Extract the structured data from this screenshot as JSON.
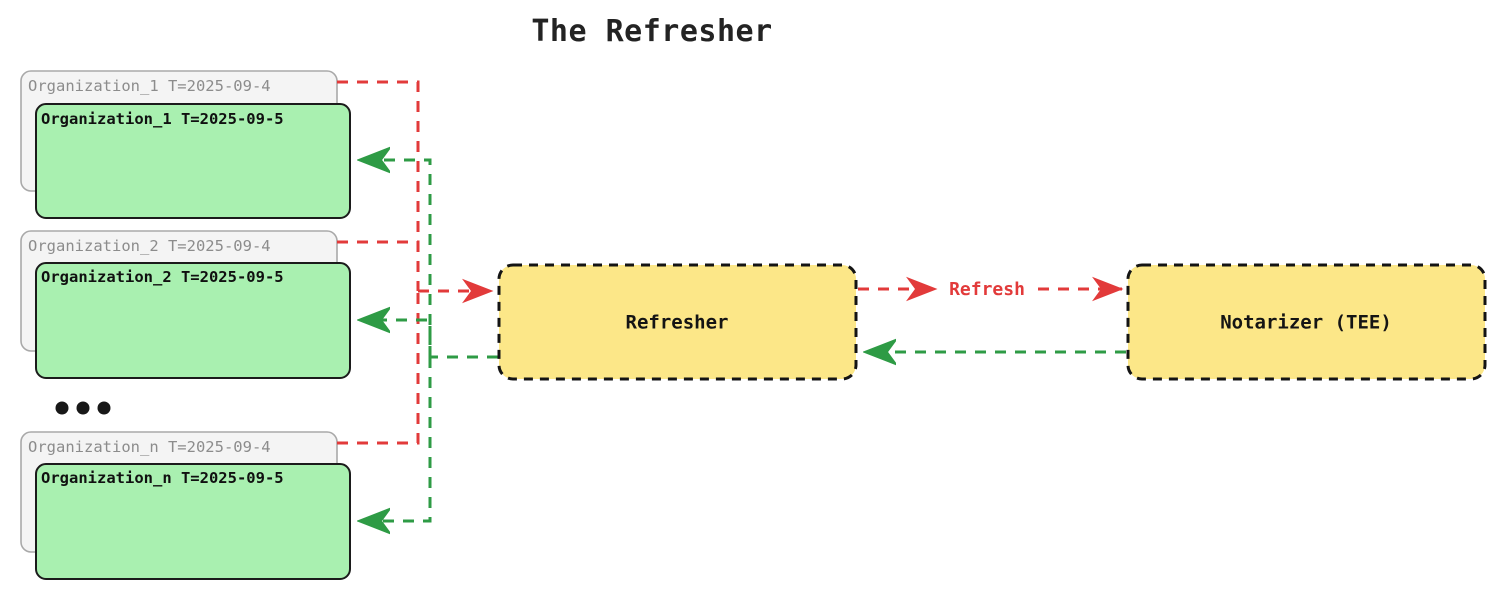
{
  "title": "The Refresher",
  "colors": {
    "stale_card_fill": "#f4f4f4",
    "stale_card_stroke": "#a9a9a9",
    "stale_card_text": "#8c8c8c",
    "fresh_card_fill": "#a9f0b0",
    "fresh_card_stroke": "#1b1b1b",
    "process_fill": "#fce788",
    "process_stroke": "#141414",
    "refresh_request_flow": "#e23a3a",
    "refresh_response_flow": "#2e9b45",
    "ellipsis": "#181818"
  },
  "organizations": [
    {
      "id": "organization-1",
      "stale_label": "Organization_1 T=2025-09-4",
      "fresh_label": "Organization_1 T=2025-09-5"
    },
    {
      "id": "organization-2",
      "stale_label": "Organization_2 T=2025-09-4",
      "fresh_label": "Organization_2 T=2025-09-5"
    },
    {
      "id": "organization-n",
      "stale_label": "Organization_n T=2025-09-4",
      "fresh_label": "Organization_n T=2025-09-5"
    }
  ],
  "ellipsis": {
    "label": "• • •",
    "dot_count": 3
  },
  "processes": [
    {
      "id": "refresher",
      "label": "Refresher"
    },
    {
      "id": "notarizer",
      "label": "Notarizer (TEE)"
    }
  ],
  "edges": [
    {
      "id": "org-1-stale-to-refresher",
      "label": "",
      "color": "#e23a3a",
      "from": "organization-1-stale",
      "to": "refresher",
      "style": "dashed"
    },
    {
      "id": "org-2-stale-to-refresher",
      "label": "",
      "color": "#e23a3a",
      "from": "organization-2-stale",
      "to": "refresher",
      "style": "dashed"
    },
    {
      "id": "org-n-stale-to-refresher",
      "label": "",
      "color": "#e23a3a",
      "from": "organization-n-stale",
      "to": "refresher",
      "style": "dashed"
    },
    {
      "id": "refresher-to-notarizer",
      "label": "Refresh",
      "color": "#e23a3a",
      "from": "refresher",
      "to": "notarizer",
      "style": "dashed"
    },
    {
      "id": "notarizer-to-refresher",
      "label": "",
      "color": "#2e9b45",
      "from": "notarizer",
      "to": "refresher",
      "style": "dashed"
    },
    {
      "id": "refresher-to-org-1-fresh",
      "label": "",
      "color": "#2e9b45",
      "from": "refresher",
      "to": "organization-1-fresh",
      "style": "dashed"
    },
    {
      "id": "refresher-to-org-2-fresh",
      "label": "",
      "color": "#2e9b45",
      "from": "refresher",
      "to": "organization-2-fresh",
      "style": "dashed"
    },
    {
      "id": "refresher-to-org-n-fresh",
      "label": "",
      "color": "#2e9b45",
      "from": "refresher",
      "to": "organization-n-fresh",
      "style": "dashed"
    }
  ],
  "edge_labels": {
    "refresh": "Refresh"
  }
}
